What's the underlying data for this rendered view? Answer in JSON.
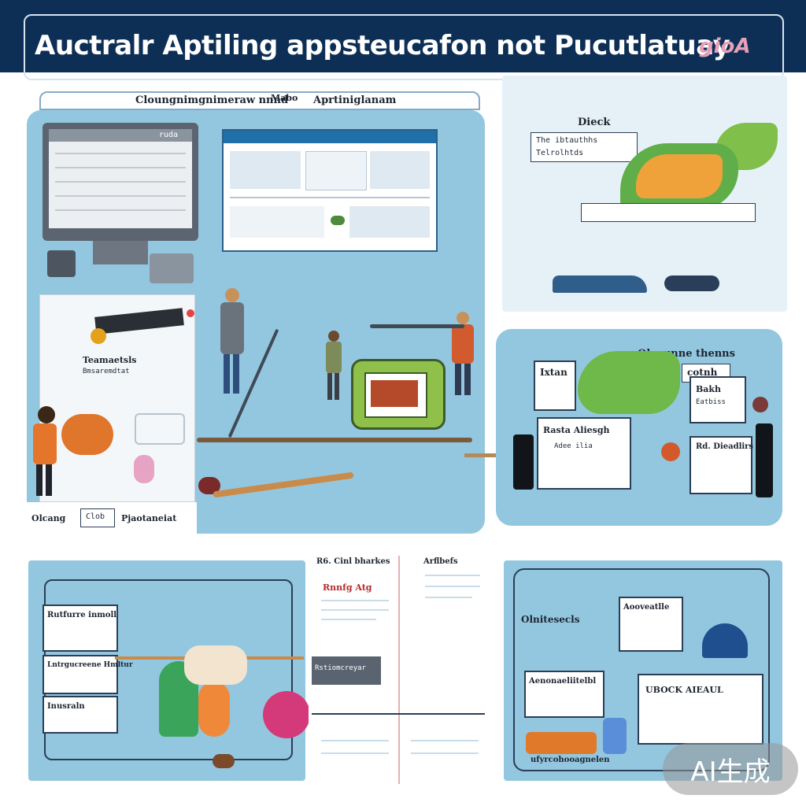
{
  "header": {
    "title": "Auctralr Aptiling appsteucafon not Pucutlatuay",
    "tag": "gioA"
  },
  "panel_main": {
    "tab_left": "Cloungnimgnimeraw nnnd",
    "tab_mid": "Mabo",
    "tab_right": "Aprtiniglanam",
    "monitor_label": "ruda",
    "card_title": "Teamaetsls",
    "card_sub": "Bmsaremdtat",
    "footer_left": "Olcang",
    "footer_mid": "Clob",
    "footer_right": "Pjaotaneiat"
  },
  "panel_map_top": {
    "label": "Dieck",
    "row1": "The ibtauthhs",
    "row2": "Telrolhtds"
  },
  "panel_map_right": {
    "title": "Olcounne thenns",
    "tag": "cotnh",
    "card1": "Ixtan",
    "card2": "Rasta Aliesgh",
    "card2_sub": "Adee ilia",
    "side1": "Bakh",
    "side1_sub": "Eatbiss",
    "side2": "Rd. Dieadlirs"
  },
  "panel_bottom_left": {
    "row1": "Rutfurre inmoll",
    "row2": "Lntrgucreene Hmltur",
    "row3": "Inusraln"
  },
  "panel_bottom_mid": {
    "col1_head": "R6. Cinl bharkes",
    "col1_item": "Rnnfg Atg",
    "col2_head": "Arflbefs",
    "bar_label": "Rstiomcreyar"
  },
  "panel_bottom_right": {
    "label": "Olnitesecls",
    "card1": "Aooveatlle",
    "card2": "Aenonaeliitelbl",
    "card3": "UBOCK AIEAUL",
    "footer": "ufyrcohooagnelen"
  },
  "watermark": "AI生成"
}
